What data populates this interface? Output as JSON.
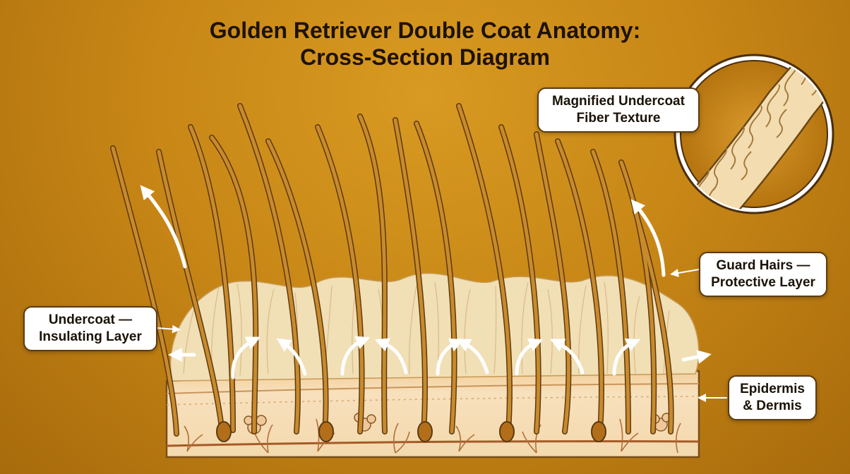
{
  "title": {
    "line1": "Golden Retriever Double Coat Anatomy:",
    "line2": "Cross-Section Diagram"
  },
  "labels": {
    "magnified": {
      "line1": "Magnified Undercoat",
      "line2": "Fiber Texture"
    },
    "guard": {
      "line1": "Guard Hairs —",
      "line2": "Protective Layer"
    },
    "undercoat": {
      "line1": "Undercoat —",
      "line2": "Insulating Layer"
    },
    "skin": {
      "line1": "Epidermis",
      "line2": "& Dermis"
    }
  },
  "colors": {
    "background": "#c88716",
    "guard_hair": "#c98a2c",
    "undercoat": "#f1dfb6",
    "skin": "#f6dcb2",
    "outline": "#5b3a10",
    "arrow": "#ffffff"
  }
}
